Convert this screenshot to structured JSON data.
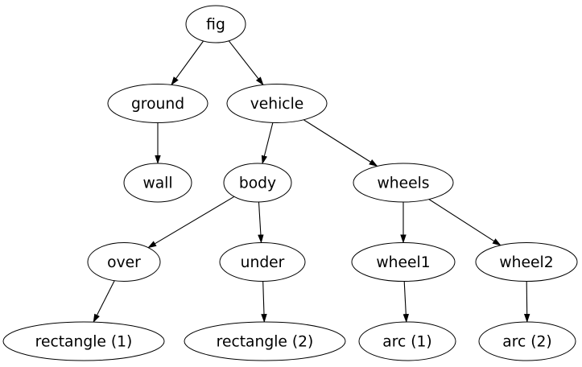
{
  "diagram": {
    "type": "directed-tree-graph",
    "colors": {
      "background": "#ffffff",
      "node_fill": "#ffffff",
      "node_stroke": "#000000",
      "edge": "#000000",
      "text": "#000000"
    },
    "nodes": [
      {
        "id": "fig",
        "label": "fig"
      },
      {
        "id": "ground",
        "label": "ground"
      },
      {
        "id": "vehicle",
        "label": "vehicle"
      },
      {
        "id": "wall",
        "label": "wall"
      },
      {
        "id": "body",
        "label": "body"
      },
      {
        "id": "wheels",
        "label": "wheels"
      },
      {
        "id": "over",
        "label": "over"
      },
      {
        "id": "under",
        "label": "under"
      },
      {
        "id": "wheel1",
        "label": "wheel1"
      },
      {
        "id": "wheel2",
        "label": "wheel2"
      },
      {
        "id": "rectangle1",
        "label": "rectangle (1)"
      },
      {
        "id": "rectangle2",
        "label": "rectangle (2)"
      },
      {
        "id": "arc1",
        "label": "arc (1)"
      },
      {
        "id": "arc2",
        "label": "arc (2)"
      }
    ],
    "edges": [
      {
        "from": "fig",
        "to": "ground"
      },
      {
        "from": "fig",
        "to": "vehicle"
      },
      {
        "from": "ground",
        "to": "wall"
      },
      {
        "from": "vehicle",
        "to": "body"
      },
      {
        "from": "vehicle",
        "to": "wheels"
      },
      {
        "from": "body",
        "to": "over"
      },
      {
        "from": "body",
        "to": "under"
      },
      {
        "from": "wheels",
        "to": "wheel1"
      },
      {
        "from": "wheels",
        "to": "wheel2"
      },
      {
        "from": "over",
        "to": "rectangle1"
      },
      {
        "from": "under",
        "to": "rectangle2"
      },
      {
        "from": "wheel1",
        "to": "arc1"
      },
      {
        "from": "wheel2",
        "to": "arc2"
      }
    ]
  }
}
